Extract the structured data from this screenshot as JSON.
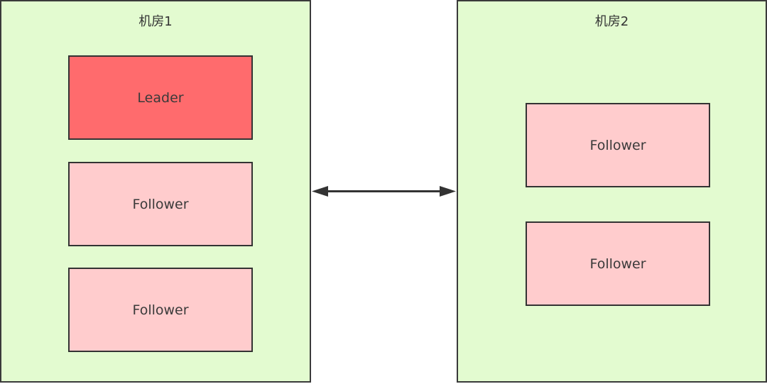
{
  "rooms": [
    {
      "title": "机房1",
      "nodes": [
        {
          "label": "Leader",
          "role": "leader"
        },
        {
          "label": "Follower",
          "role": "follower"
        },
        {
          "label": "Follower",
          "role": "follower"
        }
      ]
    },
    {
      "title": "机房2",
      "nodes": [
        {
          "label": "Follower",
          "role": "follower"
        },
        {
          "label": "Follower",
          "role": "follower"
        }
      ]
    }
  ],
  "connector": {
    "type": "bidirectional-arrow",
    "color": "#333333"
  },
  "colors": {
    "room_fill": "#e3fbd0",
    "leader_fill": "#ff6b6d",
    "follower_fill": "#ffcccd",
    "border": "#333333"
  }
}
